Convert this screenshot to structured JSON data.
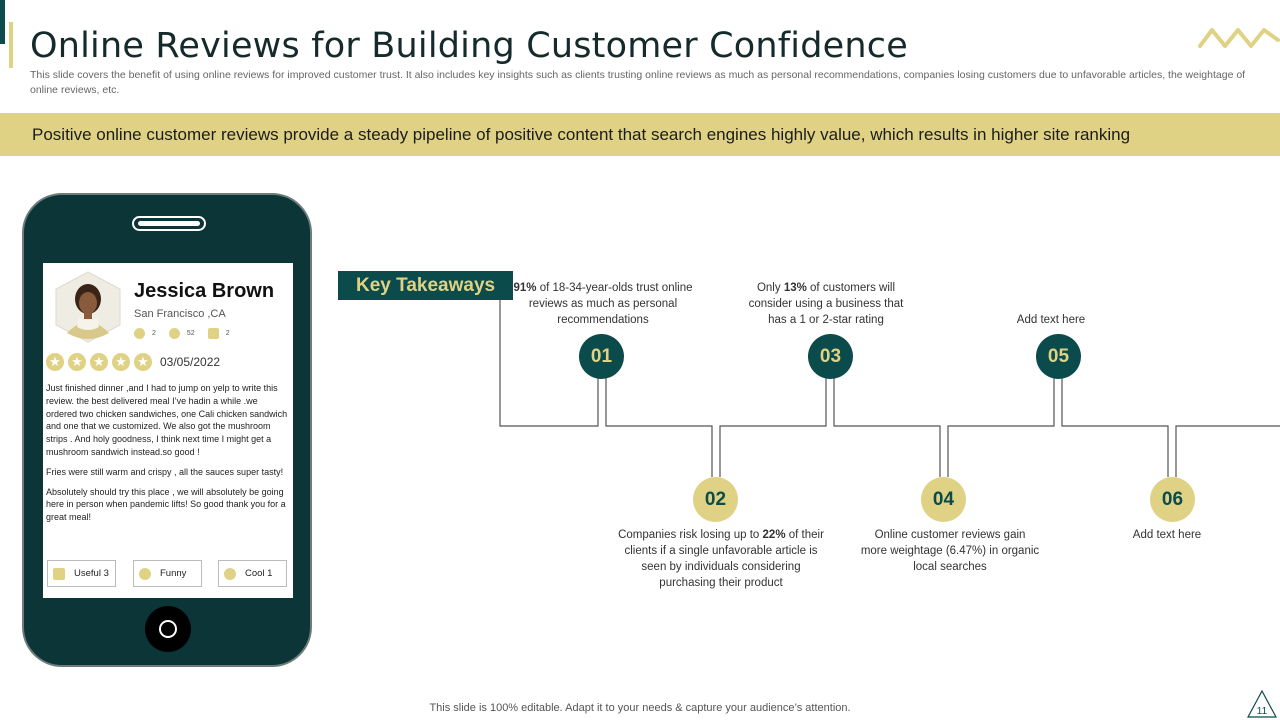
{
  "slide": {
    "title": "Online Reviews for Building Customer Confidence",
    "subtitle": "This slide covers the benefit of using online reviews for improved customer trust. It also includes key insights such as clients trusting online reviews as much as personal recommendations, companies losing customers due to unfavorable articles, the weightage of online reviews, etc.",
    "banner": "Positive online customer reviews provide a steady pipeline of positive content that search engines highly value, which results in higher site ranking",
    "footer": "This slide is 100% editable. Adapt it to your needs & capture your audience’s attention.",
    "page_number": "11"
  },
  "review": {
    "name": "Jessica Brown",
    "location": "San Francisco ,CA",
    "stats": [
      "2",
      "52",
      "2"
    ],
    "stat_icons": [
      "friends-icon",
      "star-badge-icon",
      "photo-icon"
    ],
    "rating": 5,
    "date": "03/05/2022",
    "paragraphs": [
      "Just finished dinner ,and I had to jump on yelp to write this review. the best delivered meal I’ve hadin a while .we ordered two chicken sandwiches, one Cali chicken sandwich and one that we customized. We also got the mushroom strips . And holy goodness, I think next time I might get a mushroom sandwich instead.so good !",
      "Fries were still warm and crispy , all the sauces super tasty!",
      "Absolutely should try this place , we will absolutely be going here in person when pandemic lifts! So good thank you for a great meal!"
    ],
    "reactions": {
      "useful": "Useful 3",
      "funny": "Funny",
      "cool": "Cool 1"
    }
  },
  "takeaways": {
    "header": "Key Takeaways",
    "items": [
      {
        "number": "01",
        "prefix": "",
        "highlight": "91%",
        "text": " of 18-34-year-olds trust online reviews as much as personal recommendations"
      },
      {
        "number": "02",
        "prefix": "Companies risk losing up to ",
        "highlight": "22%",
        "text": " of their clients if a single unfavorable article is seen by individuals considering purchasing their product"
      },
      {
        "number": "03",
        "prefix": "Only ",
        "highlight": "13%",
        "text": " of customers will consider using a business that has a 1 or 2-star rating"
      },
      {
        "number": "04",
        "prefix": "",
        "highlight": "",
        "text": "Online customer reviews gain more weightage (6.47%) in organic local searches"
      },
      {
        "number": "05",
        "prefix": "",
        "highlight": "",
        "text": "Add text here"
      },
      {
        "number": "06",
        "prefix": "",
        "highlight": "",
        "text": "Add text here"
      }
    ]
  },
  "colors": {
    "teal": "#0b4b4b",
    "gold": "#e0d285",
    "phone": "#0b3536"
  }
}
